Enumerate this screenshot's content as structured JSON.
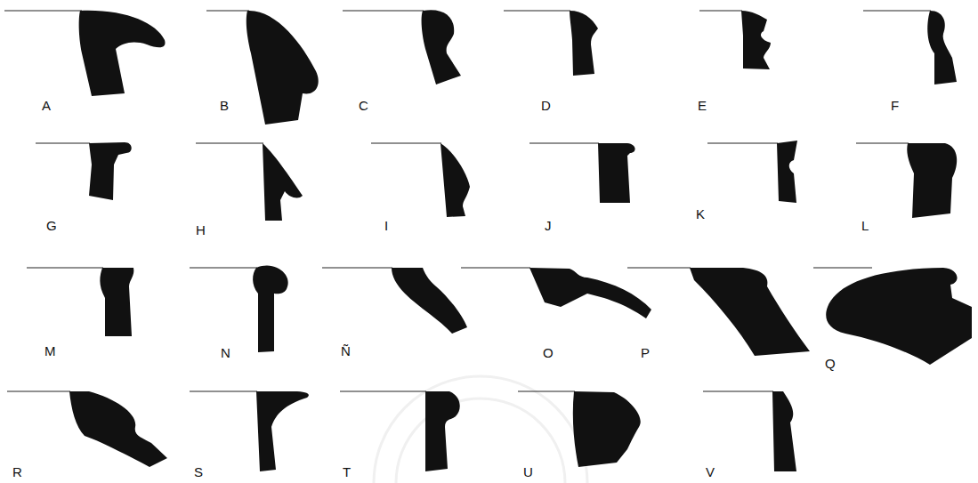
{
  "diagram": {
    "labels": [
      "A",
      "B",
      "C",
      "D",
      "E",
      "F",
      "G",
      "H",
      "I",
      "J",
      "K",
      "L",
      "M",
      "N",
      "Ñ",
      "O",
      "P",
      "Q",
      "R",
      "S",
      "T",
      "U",
      "V"
    ]
  }
}
